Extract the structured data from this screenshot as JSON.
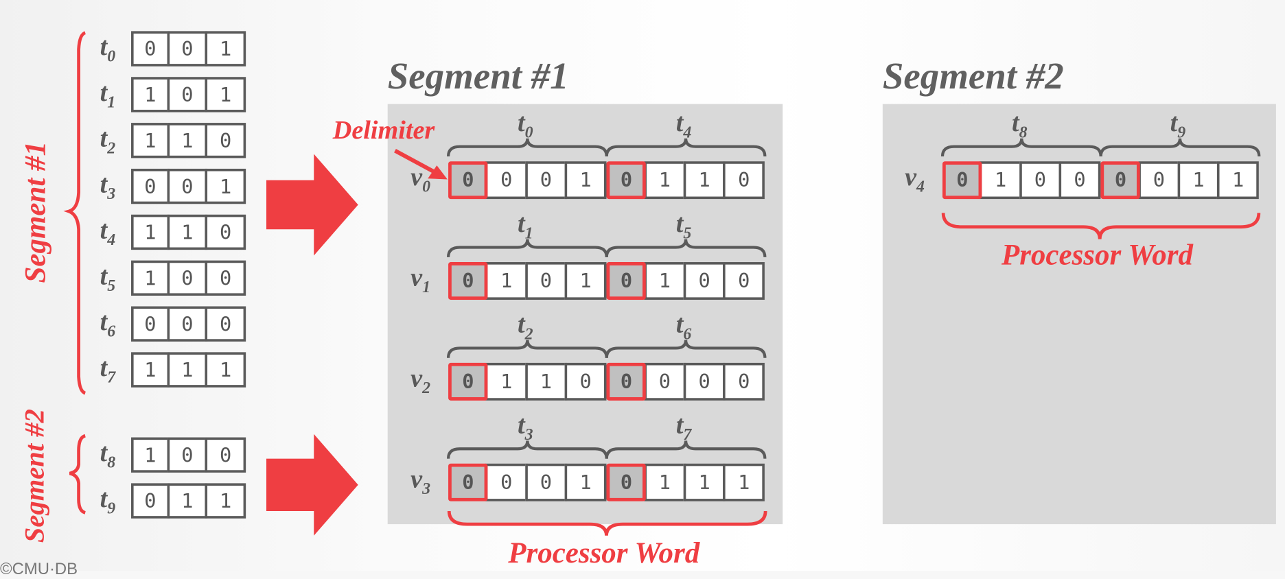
{
  "colors": {
    "accent": "#ef3e42",
    "panel": "#d9d9d9",
    "ink": "#5a5a5a",
    "delimiter_fill": "#c0c0c0"
  },
  "left": {
    "segments": [
      {
        "label": "Segment #1",
        "tuples": [
          {
            "name": "t",
            "sub": "0",
            "bits": [
              "0",
              "0",
              "1"
            ]
          },
          {
            "name": "t",
            "sub": "1",
            "bits": [
              "1",
              "0",
              "1"
            ]
          },
          {
            "name": "t",
            "sub": "2",
            "bits": [
              "1",
              "1",
              "0"
            ]
          },
          {
            "name": "t",
            "sub": "3",
            "bits": [
              "0",
              "0",
              "1"
            ]
          },
          {
            "name": "t",
            "sub": "4",
            "bits": [
              "1",
              "1",
              "0"
            ]
          },
          {
            "name": "t",
            "sub": "5",
            "bits": [
              "1",
              "0",
              "0"
            ]
          },
          {
            "name": "t",
            "sub": "6",
            "bits": [
              "0",
              "0",
              "0"
            ]
          },
          {
            "name": "t",
            "sub": "7",
            "bits": [
              "1",
              "1",
              "1"
            ]
          }
        ]
      },
      {
        "label": "Segment #2",
        "tuples": [
          {
            "name": "t",
            "sub": "8",
            "bits": [
              "1",
              "0",
              "0"
            ]
          },
          {
            "name": "t",
            "sub": "9",
            "bits": [
              "0",
              "1",
              "1"
            ]
          }
        ]
      }
    ]
  },
  "panels": [
    {
      "title": "Segment #1",
      "delimiter_label": "Delimiter",
      "word_label": "Processor Word",
      "vectors": [
        {
          "name": "v",
          "sub": "0",
          "groups": [
            {
              "t": "0",
              "bits": [
                "0",
                "0",
                "0",
                "1"
              ]
            },
            {
              "t": "4",
              "bits": [
                "0",
                "1",
                "1",
                "0"
              ]
            }
          ]
        },
        {
          "name": "v",
          "sub": "1",
          "groups": [
            {
              "t": "1",
              "bits": [
                "0",
                "1",
                "0",
                "1"
              ]
            },
            {
              "t": "5",
              "bits": [
                "0",
                "1",
                "0",
                "0"
              ]
            }
          ]
        },
        {
          "name": "v",
          "sub": "2",
          "groups": [
            {
              "t": "2",
              "bits": [
                "0",
                "1",
                "1",
                "0"
              ]
            },
            {
              "t": "6",
              "bits": [
                "0",
                "0",
                "0",
                "0"
              ]
            }
          ]
        },
        {
          "name": "v",
          "sub": "3",
          "groups": [
            {
              "t": "3",
              "bits": [
                "0",
                "0",
                "0",
                "1"
              ]
            },
            {
              "t": "7",
              "bits": [
                "0",
                "1",
                "1",
                "1"
              ]
            }
          ]
        }
      ]
    },
    {
      "title": "Segment #2",
      "word_label": "Processor Word",
      "vectors": [
        {
          "name": "v",
          "sub": "4",
          "groups": [
            {
              "t": "8",
              "bits": [
                "0",
                "1",
                "0",
                "0"
              ]
            },
            {
              "t": "9",
              "bits": [
                "0",
                "0",
                "1",
                "1"
              ]
            }
          ]
        }
      ]
    }
  ],
  "footer": {
    "logo": "©CMU·DB"
  }
}
